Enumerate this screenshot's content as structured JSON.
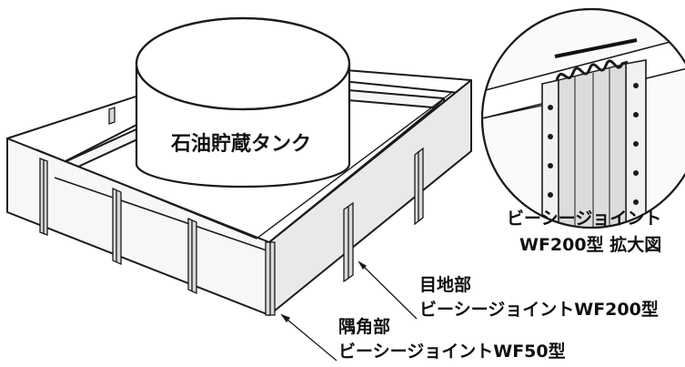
{
  "tank": {
    "label": "石油貯蔵タンク"
  },
  "callouts": {
    "zoom": {
      "line1": "ビーシージョイント",
      "line2": "WF200型 拡大図"
    },
    "joint": {
      "line1": "目地部",
      "line2": "ビーシージョイントWF200型"
    },
    "corner": {
      "line1": "隅角部",
      "line2": "ビーシージョイントWF50型"
    }
  },
  "colors": {
    "line": "#1a1a1a",
    "wall_top": "#ffffff",
    "wall_face": "#f7f7f7",
    "wall_side": "#e9e9e9",
    "joint_band": "#d9d9d9",
    "magnifier_fill": "#f4f4f4"
  }
}
